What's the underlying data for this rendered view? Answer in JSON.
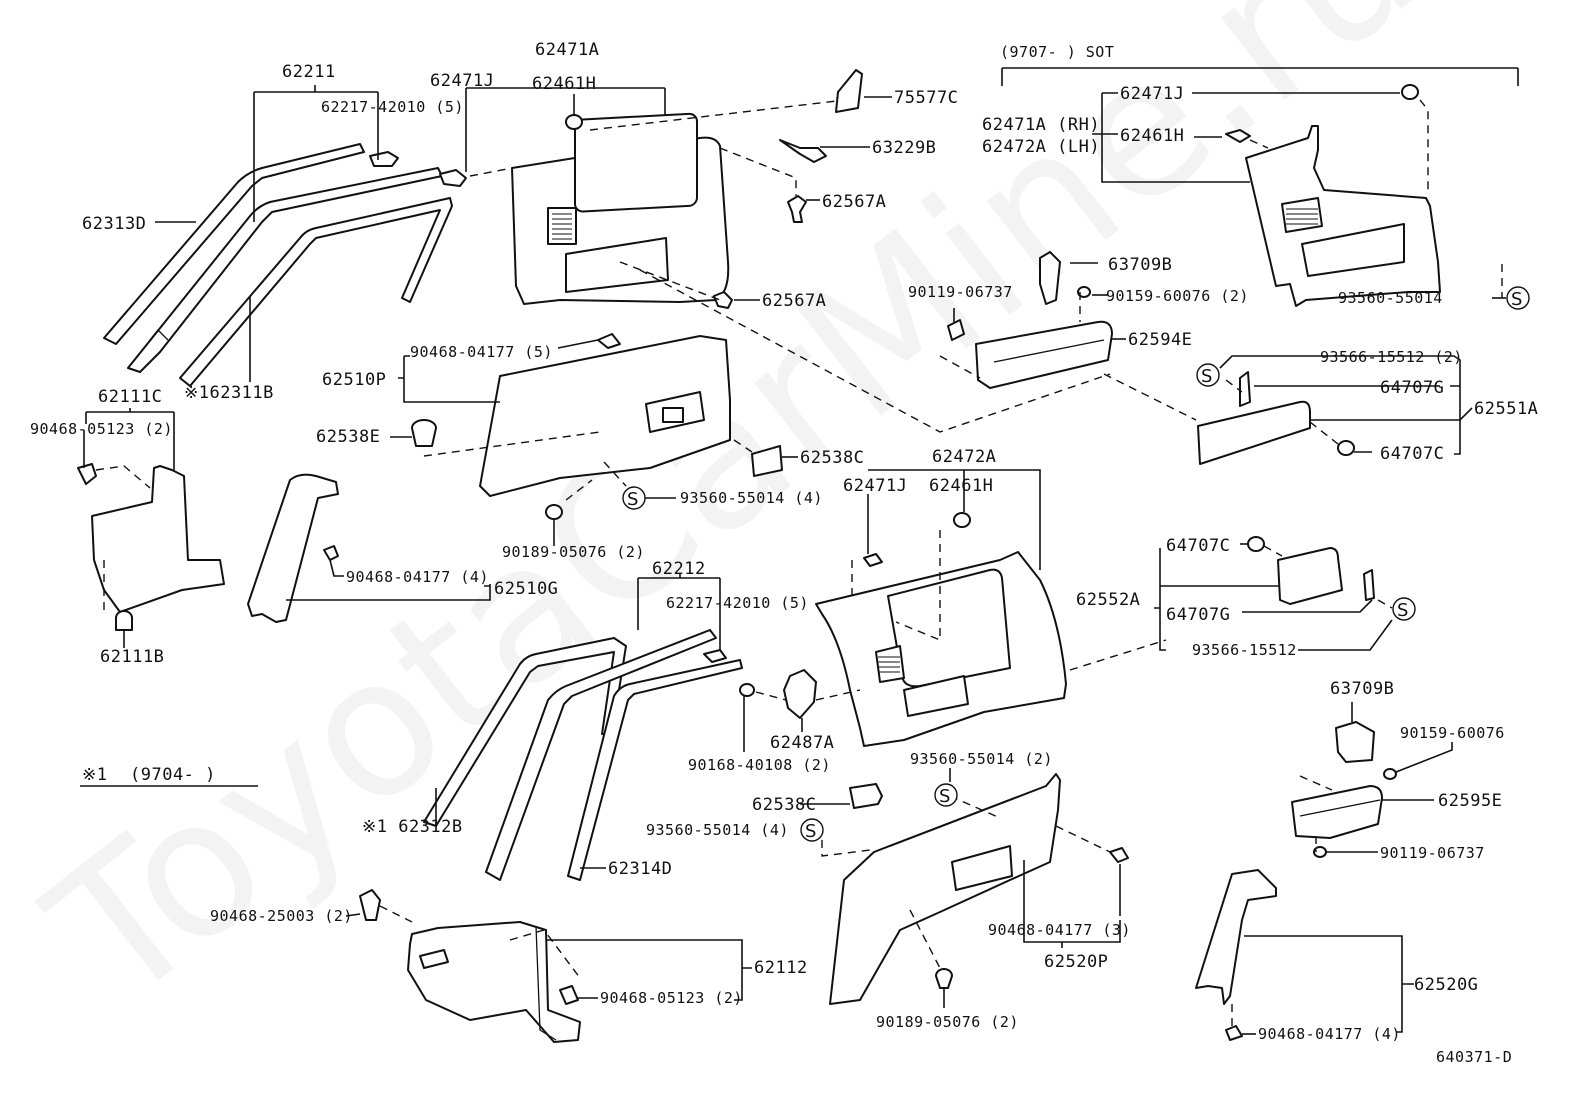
{
  "diagram": {
    "title": "Rear quarter interior trim parts diagram",
    "watermark": "ToyotaCarMine.ru",
    "drawing_code": "640371-D",
    "footnote": {
      "mark": "※1",
      "text": "(9704-        )"
    },
    "sot_group": {
      "text": "(9707-        ) SOT"
    },
    "service_symbol": "S",
    "labels": {
      "p62211": "62211",
      "p62217_top": "62217-42010 (5)",
      "p62313D": "62313D",
      "p62311B": "※162311B",
      "p62471J_top": "62471J",
      "p62471A_top": "62471A",
      "p62461H_top": "62461H",
      "p75577C": "75577C",
      "p63229B": "63229B",
      "p62567A_1": "62567A",
      "p62567A_2": "62567A",
      "p62471J_sot": "62471J",
      "p62471A_rh": "62471A (RH)",
      "p62472A_lh": "62472A (LH)",
      "p62461H_sot": "62461H",
      "p93560_sot": "93560-55014",
      "p63709B_top": "63709B",
      "p90119_top": "90119-06737",
      "p90159_top": "90159-60076 (2)",
      "p62594E": "62594E",
      "p93566_top": "93566-15512 (2)",
      "p64707G_top": "64707G",
      "p62551A": "62551A",
      "p64707C_top": "64707C",
      "p90468_04177_5": "90468-04177 (5)",
      "p62510P": "62510P",
      "p62538E": "62538E",
      "p62538C_top": "62538C",
      "p93560_4_top": "93560-55014 (4)",
      "p90189_top": "90189-05076 (2)",
      "p62111C": "62111C",
      "p90468_05123": "90468-05123 (2)",
      "p62111B": "62111B",
      "p90468_04177_4a": "90468-04177 (4)",
      "p62510G": "62510G",
      "p62472A": "62472A",
      "p62471J_mid": "62471J",
      "p62461H_mid": "62461H",
      "p64707C_mid": "64707C",
      "p62552A": "62552A",
      "p64707G_mid": "64707G",
      "p93566_mid": "93566-15512",
      "p62212": "62212",
      "p62217_mid": "62217-42010 (5)",
      "p62487A": "62487A",
      "p90168": "90168-40108 (2)",
      "p93560_2": "93560-55014 (2)",
      "p62538C_bot": "62538C",
      "p93560_4_bot": "93560-55014 (4)",
      "p62312B": "※1 62312B",
      "p62314D": "62314D",
      "p63709B_bot": "63709B",
      "p90159_bot": "90159-60076",
      "p62595E": "62595E",
      "p90119_bot": "90119-06737",
      "p90468_25003": "90468-25003 (2)",
      "p62112": "62112",
      "p90468_05123_bot": "90468-05123 (2)",
      "p90468_04177_3": "90468-04177 (3)",
      "p62520P": "62520P",
      "p90189_bot": "90189-05076 (2)",
      "p62520G": "62520G",
      "p90468_04177_4b": "90468-04177 (4)"
    }
  }
}
